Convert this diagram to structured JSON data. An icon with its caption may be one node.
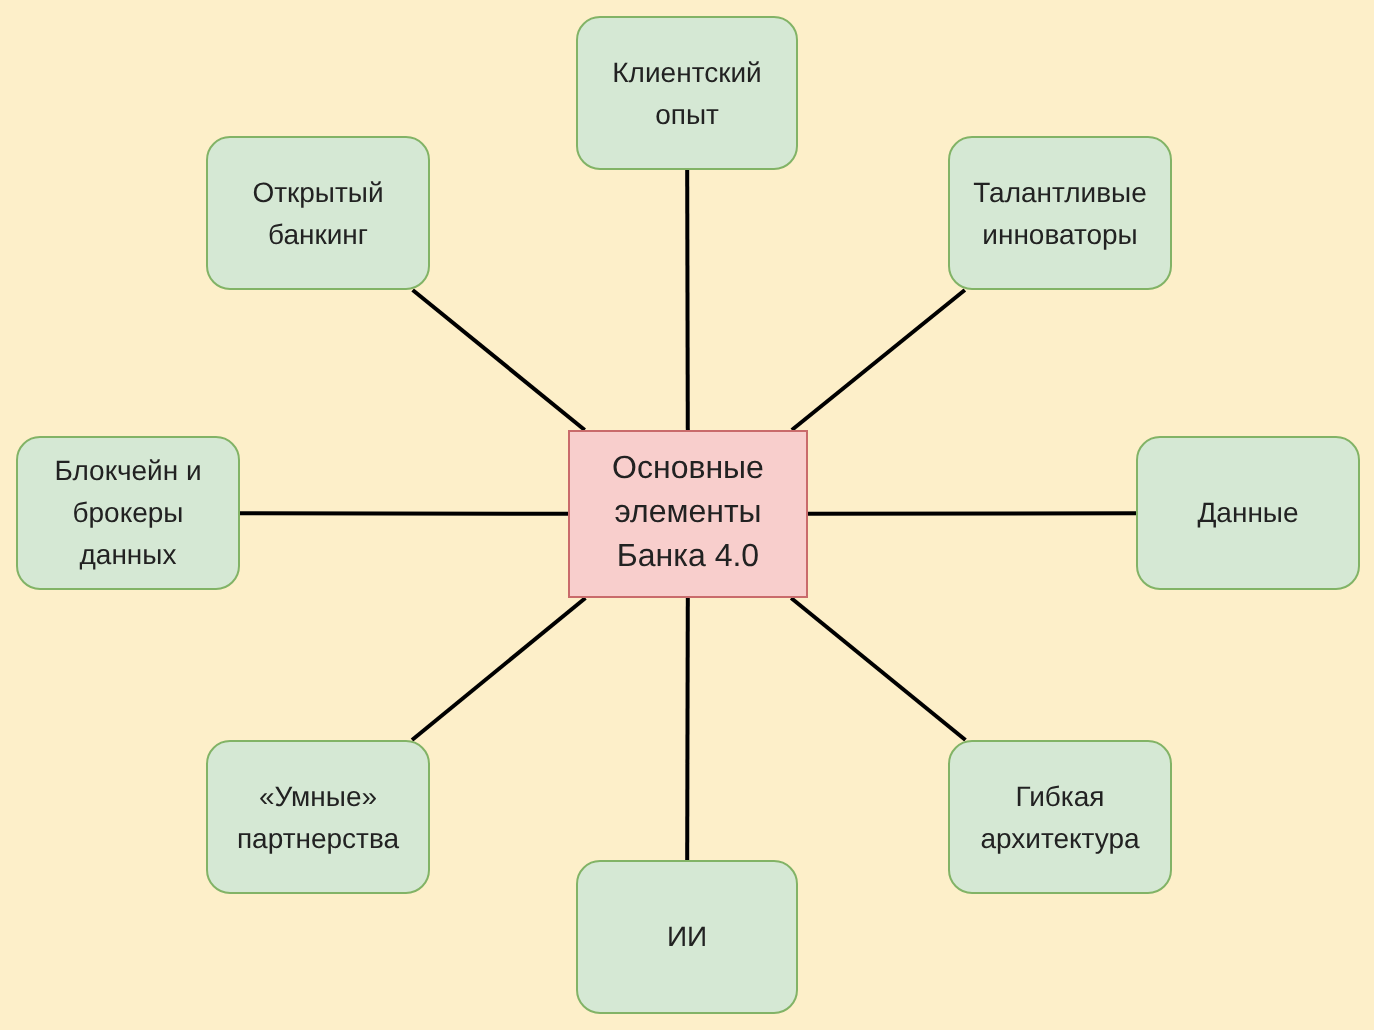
{
  "diagram": {
    "nodes": [
      {
        "text": [
          "Клиентский опыт"
        ]
      },
      {
        "text": [
          "Открытый банкинг"
        ]
      },
      {
        "text": [
          "Талантливые инноваторы"
        ]
      },
      {
        "text": [
          "Блокчейн и брокеры данных"
        ]
      },
      {
        "text": [
          "Основные элементы Банка 4.0"
        ]
      },
      {
        "text": [
          "Данные"
        ]
      },
      {
        "text": [
          "«Умные» партнерства"
        ]
      },
      {
        "text": [
          "Гибкая архитектура"
        ]
      },
      {
        "text": [
          "ИИ"
        ]
      }
    ],
    "edges": [
      {
        "from": 4,
        "to": 0,
        "arrow": "none"
      },
      {
        "from": 4,
        "to": 1,
        "arrow": "none"
      },
      {
        "from": 4,
        "to": 2,
        "arrow": "none"
      },
      {
        "from": 4,
        "to": 3,
        "arrow": "none"
      },
      {
        "from": 4,
        "to": 5,
        "arrow": "none"
      },
      {
        "from": 4,
        "to": 6,
        "arrow": "none"
      },
      {
        "from": 4,
        "to": 7,
        "arrow": "none"
      },
      {
        "from": 4,
        "to": 8,
        "arrow": "none"
      }
    ]
  }
}
